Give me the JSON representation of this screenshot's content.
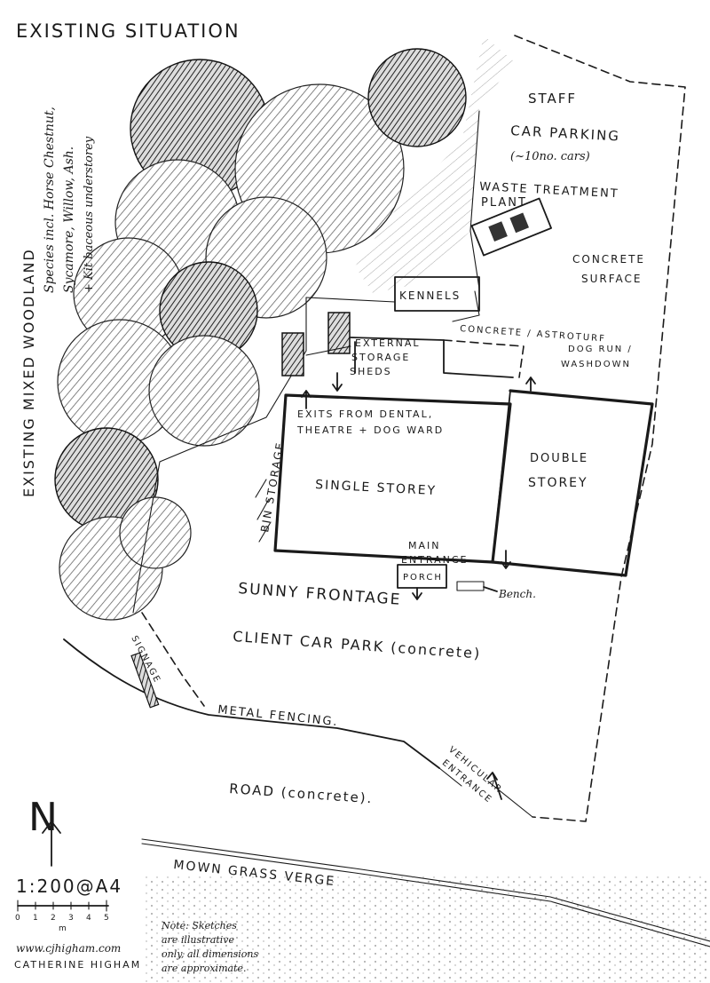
{
  "title": "EXISTING SITUATION",
  "woodland": {
    "line1": "EXISTING MIXED WOODLAND",
    "line2": "Species incl. Horse Chestnut,",
    "line3": "Sycamore, Willow, Ash.",
    "line4": "+ Kit baceous understorey"
  },
  "labels": {
    "staff_1": "STAFF",
    "staff_2": "CAR PARKING",
    "staff_3": "(~10no. cars)",
    "waste_1": "WASTE TREATMENT",
    "waste_2": "PLANT",
    "concrete_1": "CONCRETE",
    "concrete_2": "SURFACE",
    "kennels": "KENNELS",
    "dogrun_1": "CONCRETE / ASTROTURF",
    "dogrun_2": "DOG RUN /",
    "dogrun_3": "WASHDOWN",
    "sheds_1": "EXTERNAL",
    "sheds_2": "STORAGE",
    "sheds_3": "SHEDS",
    "exits_1": "EXITS FROM DENTAL,",
    "exits_2": "THEATRE + DOG WARD",
    "bin": "BIN STORAGE",
    "single": "SINGLE STOREY",
    "double_1": "DOUBLE",
    "double_2": "STOREY",
    "main_1": "MAIN",
    "main_2": "ENTRANCE",
    "porch": "PORCH",
    "bench": "Bench.",
    "sunny": "SUNNY FRONTAGE",
    "client": "CLIENT CAR PARK (concrete)",
    "signage": "SIGNAGE",
    "fencing": "METAL FENCING.",
    "vehicular_1": "VEHICULAR",
    "vehicular_2": "ENTRANCE",
    "road": "ROAD (concrete).",
    "verge": "MOWN GRASS VERGE"
  },
  "north": "N",
  "scale": {
    "text": "1:200@A4",
    "ticks": [
      "0",
      "1",
      "2",
      "3",
      "4",
      "5"
    ],
    "unit": "m"
  },
  "footer": {
    "website": "www.cjhigham.com",
    "author": "CATHERINE HIGHAM"
  },
  "note": {
    "line1": "Note: Sketches",
    "line2": "are illustrative",
    "line3": "only, all dimensions",
    "line4": "are approximate."
  }
}
